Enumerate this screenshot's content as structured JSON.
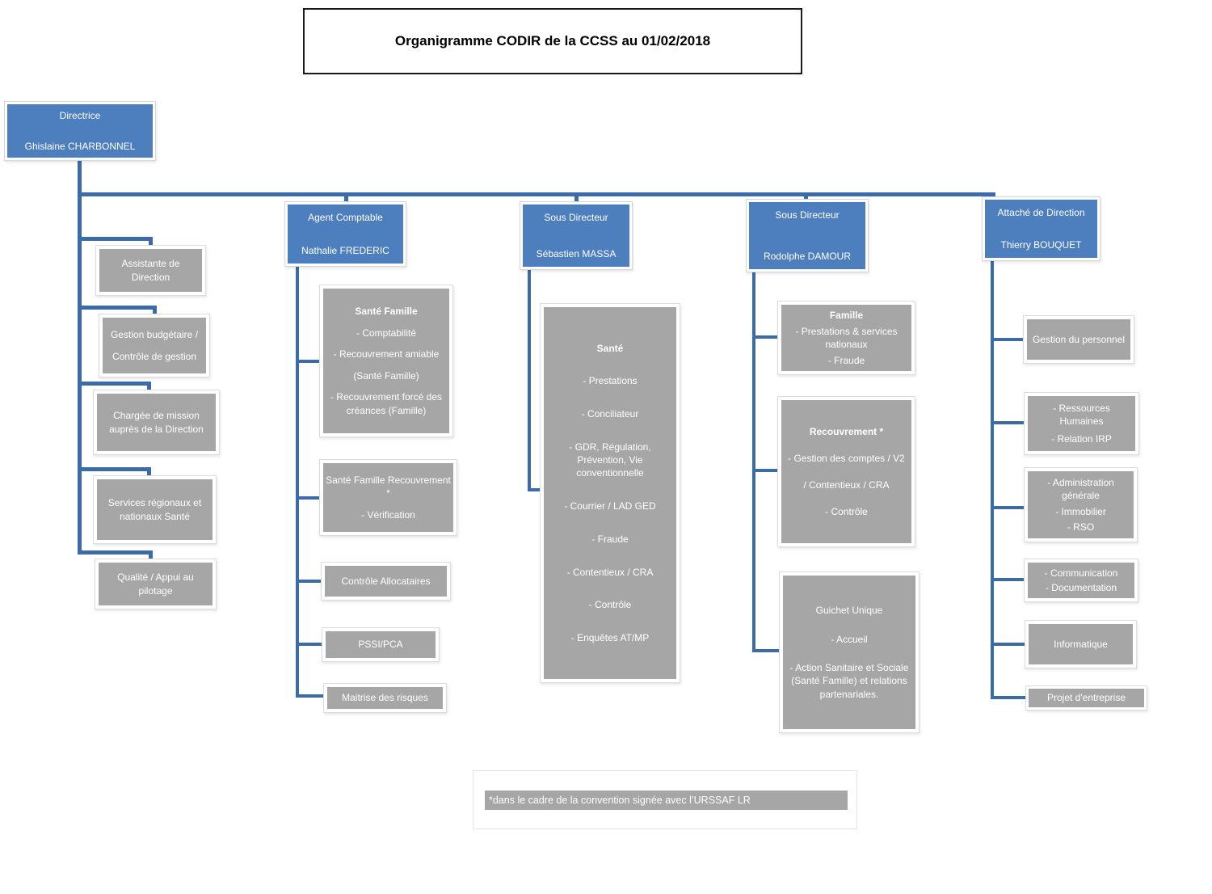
{
  "title": "Organigramme CODIR de la CCSS au 01/02/2018",
  "colors": {
    "header_fill": "#4d7ebd",
    "box_fill": "#a6a6a6",
    "connector": "#3c6ca8",
    "text_on_fill": "#ffffff"
  },
  "director": {
    "role": "Directrice",
    "name": "Ghislaine CHARBONNEL"
  },
  "staff": [
    {
      "lines": [
        "Assistante de Direction"
      ]
    },
    {
      "lines": [
        "Gestion budgétaire /",
        "Contrôle de gestion"
      ]
    },
    {
      "lines": [
        "Chargée de mission auprès de la Direction"
      ]
    },
    {
      "lines": [
        "Services régionaux et nationaux Santé"
      ]
    },
    {
      "lines": [
        "Qualité / Appui au pilotage"
      ]
    }
  ],
  "branches": [
    {
      "head": {
        "role": "Agent Comptable",
        "name": "Nathalie FREDERIC"
      },
      "children": [
        {
          "lines": [
            "Santé Famille",
            "- Comptabilité",
            "- Recouvrement amiable",
            "(Santé  Famille)",
            "- Recouvrement  forcé des créances (Famille)"
          ]
        },
        {
          "lines": [
            "Santé Famille Recouvrement *",
            "- Vérification"
          ]
        },
        {
          "lines": [
            "Contrôle Allocataires"
          ]
        },
        {
          "lines": [
            "PSSI/PCA"
          ]
        },
        {
          "lines": [
            "Maitrise des risques"
          ]
        }
      ]
    },
    {
      "head": {
        "role": "Sous Directeur",
        "name": "Sébastien MASSA"
      },
      "children": [
        {
          "lines": [
            "Santé",
            "- Prestations",
            "- Conciliateur",
            "- GDR, Régulation, Prévention, Vie conventionnelle",
            "- Courrier / LAD  GED",
            "- Fraude",
            "- Contentieux  / CRA",
            "- Contrôle",
            "- Enquêtes  AT/MP"
          ]
        }
      ]
    },
    {
      "head": {
        "role": "Sous Directeur",
        "name": "Rodolphe DAMOUR"
      },
      "children": [
        {
          "lines": [
            "Famille",
            "- Prestations & services nationaux",
            "- Fraude"
          ]
        },
        {
          "lines": [
            "Recouvrement *",
            "- Gestion des comptes / V2",
            "/ Contentieux / CRA",
            "- Contrôle"
          ]
        },
        {
          "lines": [
            "Guichet Unique",
            "- Accueil",
            "- Action Sanitaire  et Sociale (Santé Famille) et relations partenariales."
          ]
        }
      ]
    },
    {
      "head": {
        "role": "Attaché de Direction",
        "name": "Thierry BOUQUET"
      },
      "children": [
        {
          "lines": [
            "Gestion du personnel"
          ]
        },
        {
          "lines": [
            "- Ressources Humaines",
            "- Relation IRP"
          ]
        },
        {
          "lines": [
            "- Administration générale",
            "- Immobilier",
            "- RSO"
          ]
        },
        {
          "lines": [
            "- Communication",
            "- Documentation"
          ]
        },
        {
          "lines": [
            "Informatique"
          ]
        },
        {
          "lines": [
            "Projet d'entreprise"
          ]
        }
      ]
    }
  ],
  "footnote": "*dans le cadre de la convention signée avec l’URSSAF LR"
}
